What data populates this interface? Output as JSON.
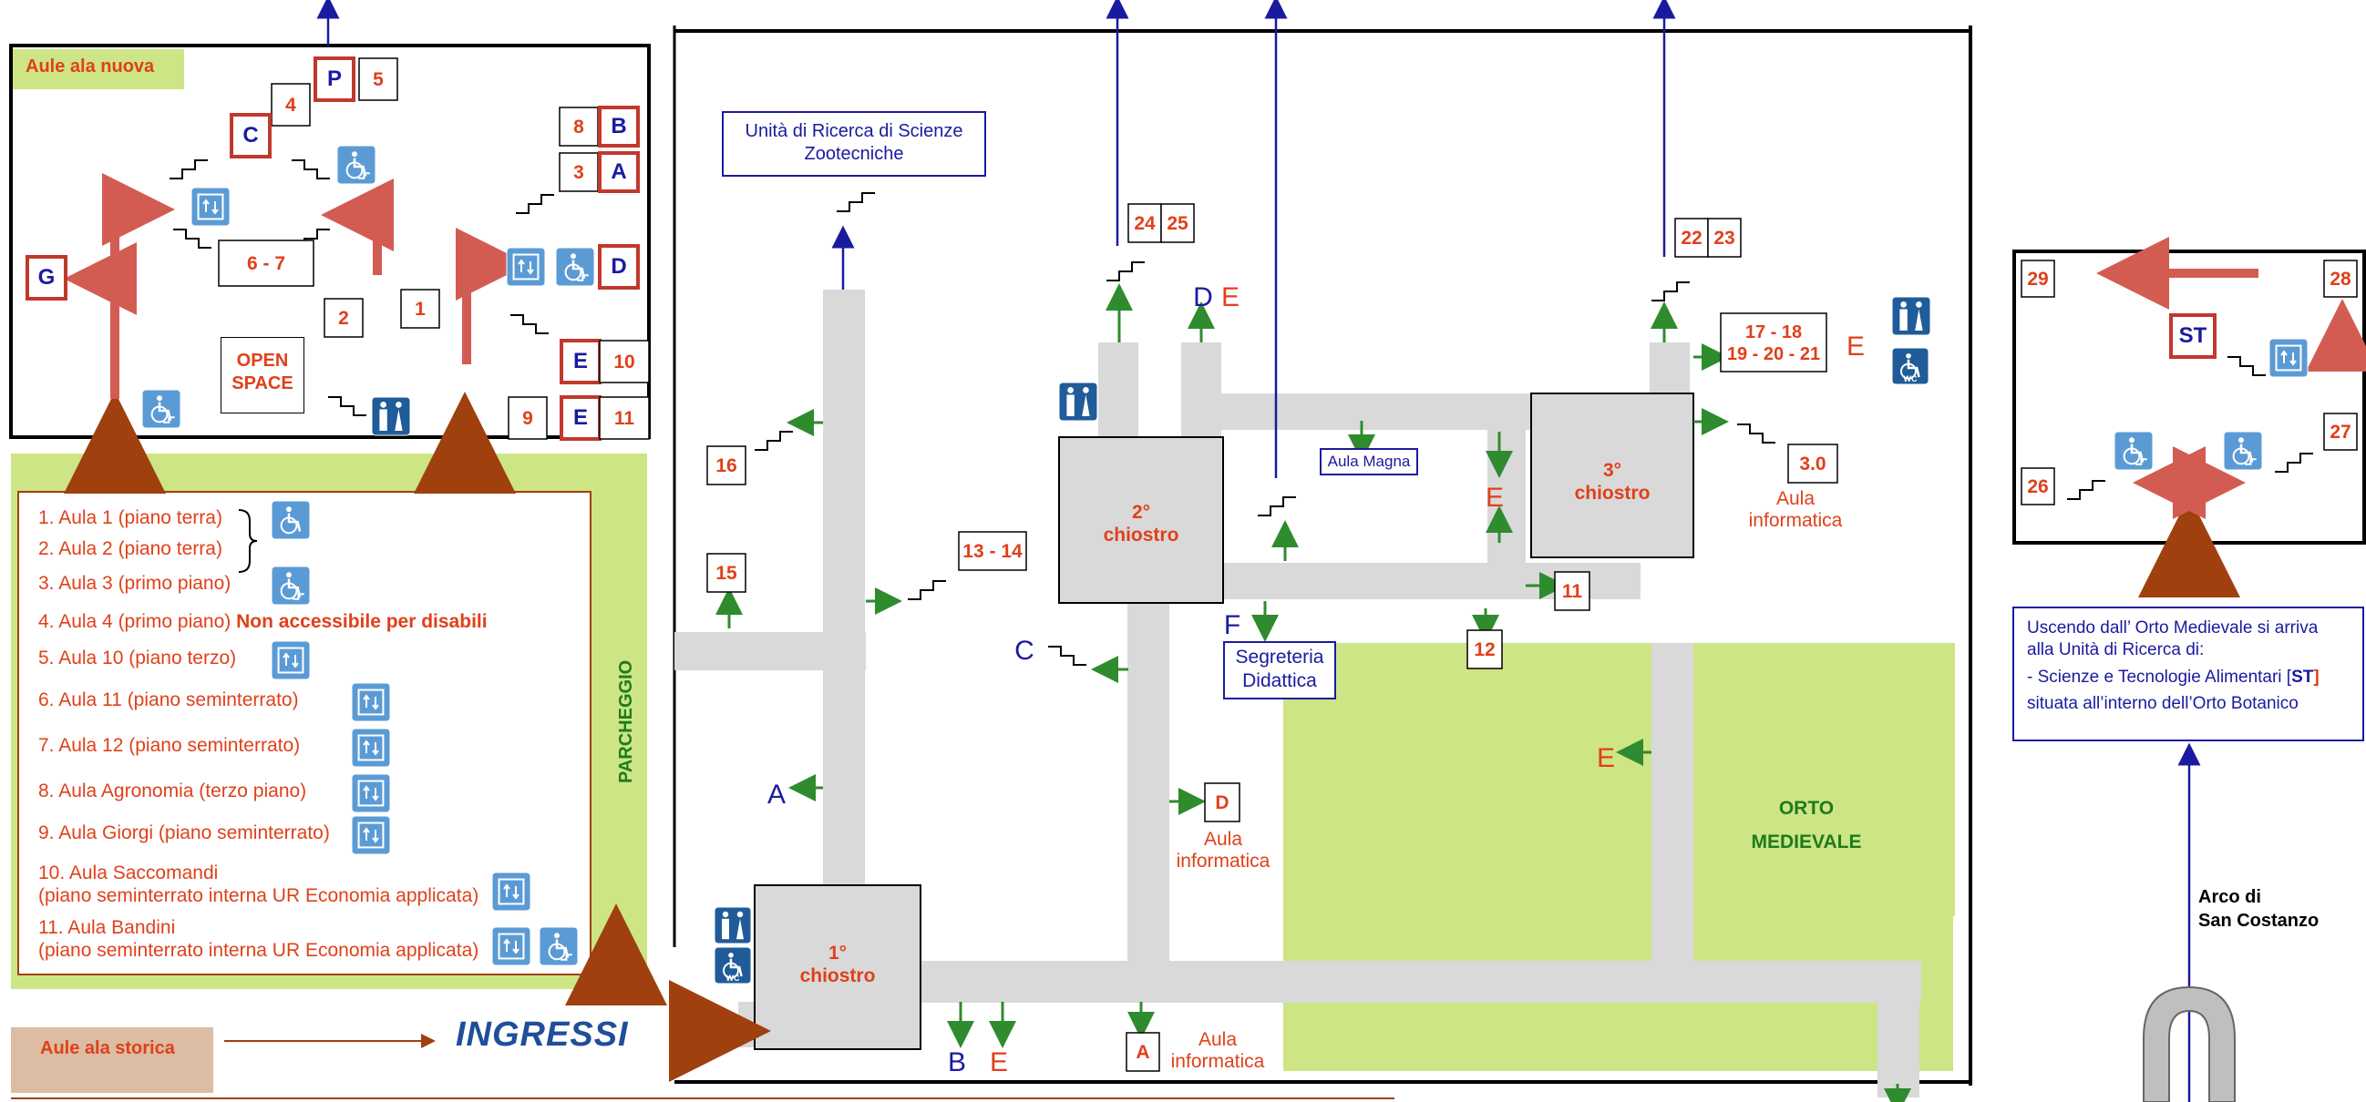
{
  "new_wing": {
    "title": "Aule ala nuova",
    "open_space": "OPEN\nSPACE"
  },
  "historic_wing": {
    "title": "Aule ala storica"
  },
  "entrances_label": "INGRESSI",
  "parking_label": "PARCHEGGIO",
  "research_unit": "Unità di Ricerca di Scienze\nZootecniche",
  "aula_magna": "Aula Magna",
  "segreteria": "Segreteria\nDidattica",
  "orto_medievale": "ORTO\nMEDIEVALE",
  "arco": "Arco di\nSan Costanzo",
  "cloisters": [
    "1°\nchiostro",
    "2°\nchiostro",
    "3°\nchiostro"
  ],
  "aula_informatica": "Aula\ninformatica",
  "info_box": {
    "line1": "Uscendo dall’ Orto Medievale si arriva alla Unità di Ricerca di:",
    "line2_prefix": "- Scienze e Tecnologie Alimentari [",
    "line2_code": "ST",
    "line2_suffix": "]",
    "line3": "situata all’interno dell’Orto Botanico"
  },
  "legend": [
    {
      "text": "1. Aula 1 (piano terra)",
      "icons": [
        "wheelchair"
      ]
    },
    {
      "text": "2. Aula 2 (piano terra)",
      "icons": []
    },
    {
      "text": "3. Aula 3 (primo piano)",
      "icons": [
        "stairlift"
      ]
    },
    {
      "text": "4. Aula 4 (primo piano)",
      "warning": "Non accessibile per disabili",
      "icons": []
    },
    {
      "text": "5. Aula 10 (piano terzo)",
      "icons": [
        "elevator"
      ]
    },
    {
      "text": "6. Aula 11 (piano seminterrato)",
      "icons": [
        "elevator"
      ]
    },
    {
      "text": "7. Aula 12 (piano seminterrato)",
      "icons": [
        "elevator"
      ]
    },
    {
      "text": "8. Aula Agronomia (terzo piano)",
      "icons": [
        "elevator"
      ]
    },
    {
      "text": "9. Aula Giorgi (piano seminterrato)",
      "icons": [
        "elevator"
      ]
    },
    {
      "text": "10. Aula Saccomandi\n(piano seminterrato interna UR Economia applicata)",
      "icons": [
        "elevator"
      ]
    },
    {
      "text": "11. Aula Bandini\n(piano seminterrato interna UR Economia applicata)",
      "icons": [
        "elevator",
        "stairlift"
      ]
    }
  ],
  "colors": {
    "red": "#e0401a",
    "blue": "#1a1aa0",
    "green_arrow": "#2e8b2e",
    "corridor": "#d9d9d9",
    "garden": "#cde585",
    "brown_arrow": "#a0400f",
    "route_arrow": "#d35c52",
    "icon_blue": "#5b9bd5",
    "wc_blue": "#1f5c99"
  },
  "markers": [
    {
      "id": "P",
      "label": "P",
      "kind": "letter-red"
    },
    {
      "id": "5",
      "label": "5",
      "kind": "number"
    },
    {
      "id": "4",
      "label": "4",
      "kind": "number"
    },
    {
      "id": "C1",
      "label": "C",
      "kind": "letter-red"
    },
    {
      "id": "8",
      "label": "8",
      "kind": "number"
    },
    {
      "id": "B1",
      "label": "B",
      "kind": "letter-red"
    },
    {
      "id": "3",
      "label": "3",
      "kind": "number"
    },
    {
      "id": "A1",
      "label": "A",
      "kind": "letter-red"
    },
    {
      "id": "6-7",
      "label": "6 - 7",
      "kind": "number"
    },
    {
      "id": "D1",
      "label": "D",
      "kind": "letter-red"
    },
    {
      "id": "G",
      "label": "G",
      "kind": "letter-red"
    },
    {
      "id": "2",
      "label": "2",
      "kind": "number"
    },
    {
      "id": "1",
      "label": "1",
      "kind": "number"
    },
    {
      "id": "E1",
      "label": "E",
      "kind": "letter-red"
    },
    {
      "id": "10",
      "label": "10",
      "kind": "number"
    },
    {
      "id": "9",
      "label": "9",
      "kind": "number"
    },
    {
      "id": "E2",
      "label": "E",
      "kind": "letter-red"
    },
    {
      "id": "11a",
      "label": "11",
      "kind": "number"
    },
    {
      "id": "16",
      "label": "16",
      "kind": "number"
    },
    {
      "id": "15",
      "label": "15",
      "kind": "number"
    },
    {
      "id": "13-14",
      "label": "13 - 14",
      "kind": "number"
    },
    {
      "id": "24",
      "label": "24",
      "kind": "number"
    },
    {
      "id": "25",
      "label": "25",
      "kind": "number"
    },
    {
      "id": "22",
      "label": "22",
      "kind": "number"
    },
    {
      "id": "23",
      "label": "23",
      "kind": "number"
    },
    {
      "id": "17-21",
      "label": "17 - 18\n19 - 20 - 21",
      "kind": "number"
    },
    {
      "id": "3.0",
      "label": "3.0",
      "kind": "number"
    },
    {
      "id": "11b",
      "label": "11",
      "kind": "number"
    },
    {
      "id": "12",
      "label": "12",
      "kind": "number"
    },
    {
      "id": "D2",
      "label": "D",
      "kind": "number"
    },
    {
      "id": "A2",
      "label": "A",
      "kind": "number"
    },
    {
      "id": "29",
      "label": "29",
      "kind": "number"
    },
    {
      "id": "28",
      "label": "28",
      "kind": "number"
    },
    {
      "id": "ST",
      "label": "ST",
      "kind": "letter-red"
    },
    {
      "id": "27",
      "label": "27",
      "kind": "number"
    },
    {
      "id": "26",
      "label": "26",
      "kind": "number"
    }
  ],
  "letters": [
    {
      "id": "l-D",
      "label": "D",
      "color": "blue"
    },
    {
      "id": "l-E1",
      "label": "E",
      "color": "red"
    },
    {
      "id": "l-E2",
      "label": "E",
      "color": "red"
    },
    {
      "id": "l-E3",
      "label": "E",
      "color": "red"
    },
    {
      "id": "l-E4",
      "label": "E",
      "color": "red"
    },
    {
      "id": "l-F",
      "label": "F",
      "color": "blue"
    },
    {
      "id": "l-C",
      "label": "C",
      "color": "blue"
    },
    {
      "id": "l-A",
      "label": "A",
      "color": "blue"
    },
    {
      "id": "l-B",
      "label": "B",
      "color": "blue"
    },
    {
      "id": "l-E5",
      "label": "E",
      "color": "red"
    }
  ]
}
